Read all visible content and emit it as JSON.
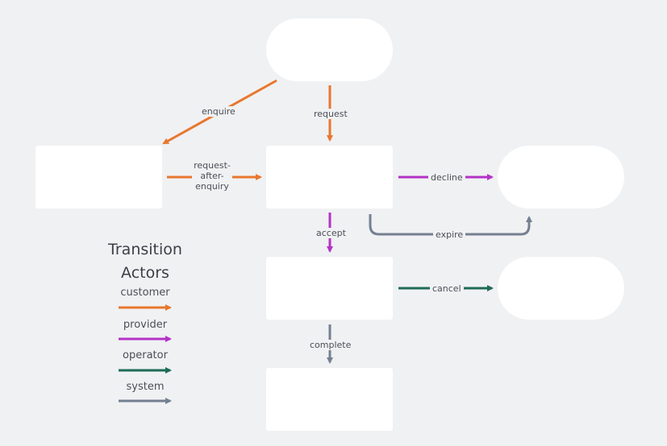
{
  "colors": {
    "customer": "#e8772e",
    "provider": "#b332c6",
    "operator": "#1e6b56",
    "system": "#748091"
  },
  "edges": {
    "enquire": "enquire",
    "request": "request",
    "request_after_enquiry": [
      "request-",
      "after-",
      "enquiry"
    ],
    "decline": "decline",
    "expire": "expire",
    "accept": "accept",
    "cancel": "cancel",
    "complete": "complete"
  },
  "legend": {
    "title_line1": "Transition",
    "title_line2": "Actors",
    "items": [
      {
        "label": "customer",
        "actor": "customer"
      },
      {
        "label": "provider",
        "actor": "provider"
      },
      {
        "label": "operator",
        "actor": "operator"
      },
      {
        "label": "system",
        "actor": "system"
      }
    ]
  }
}
